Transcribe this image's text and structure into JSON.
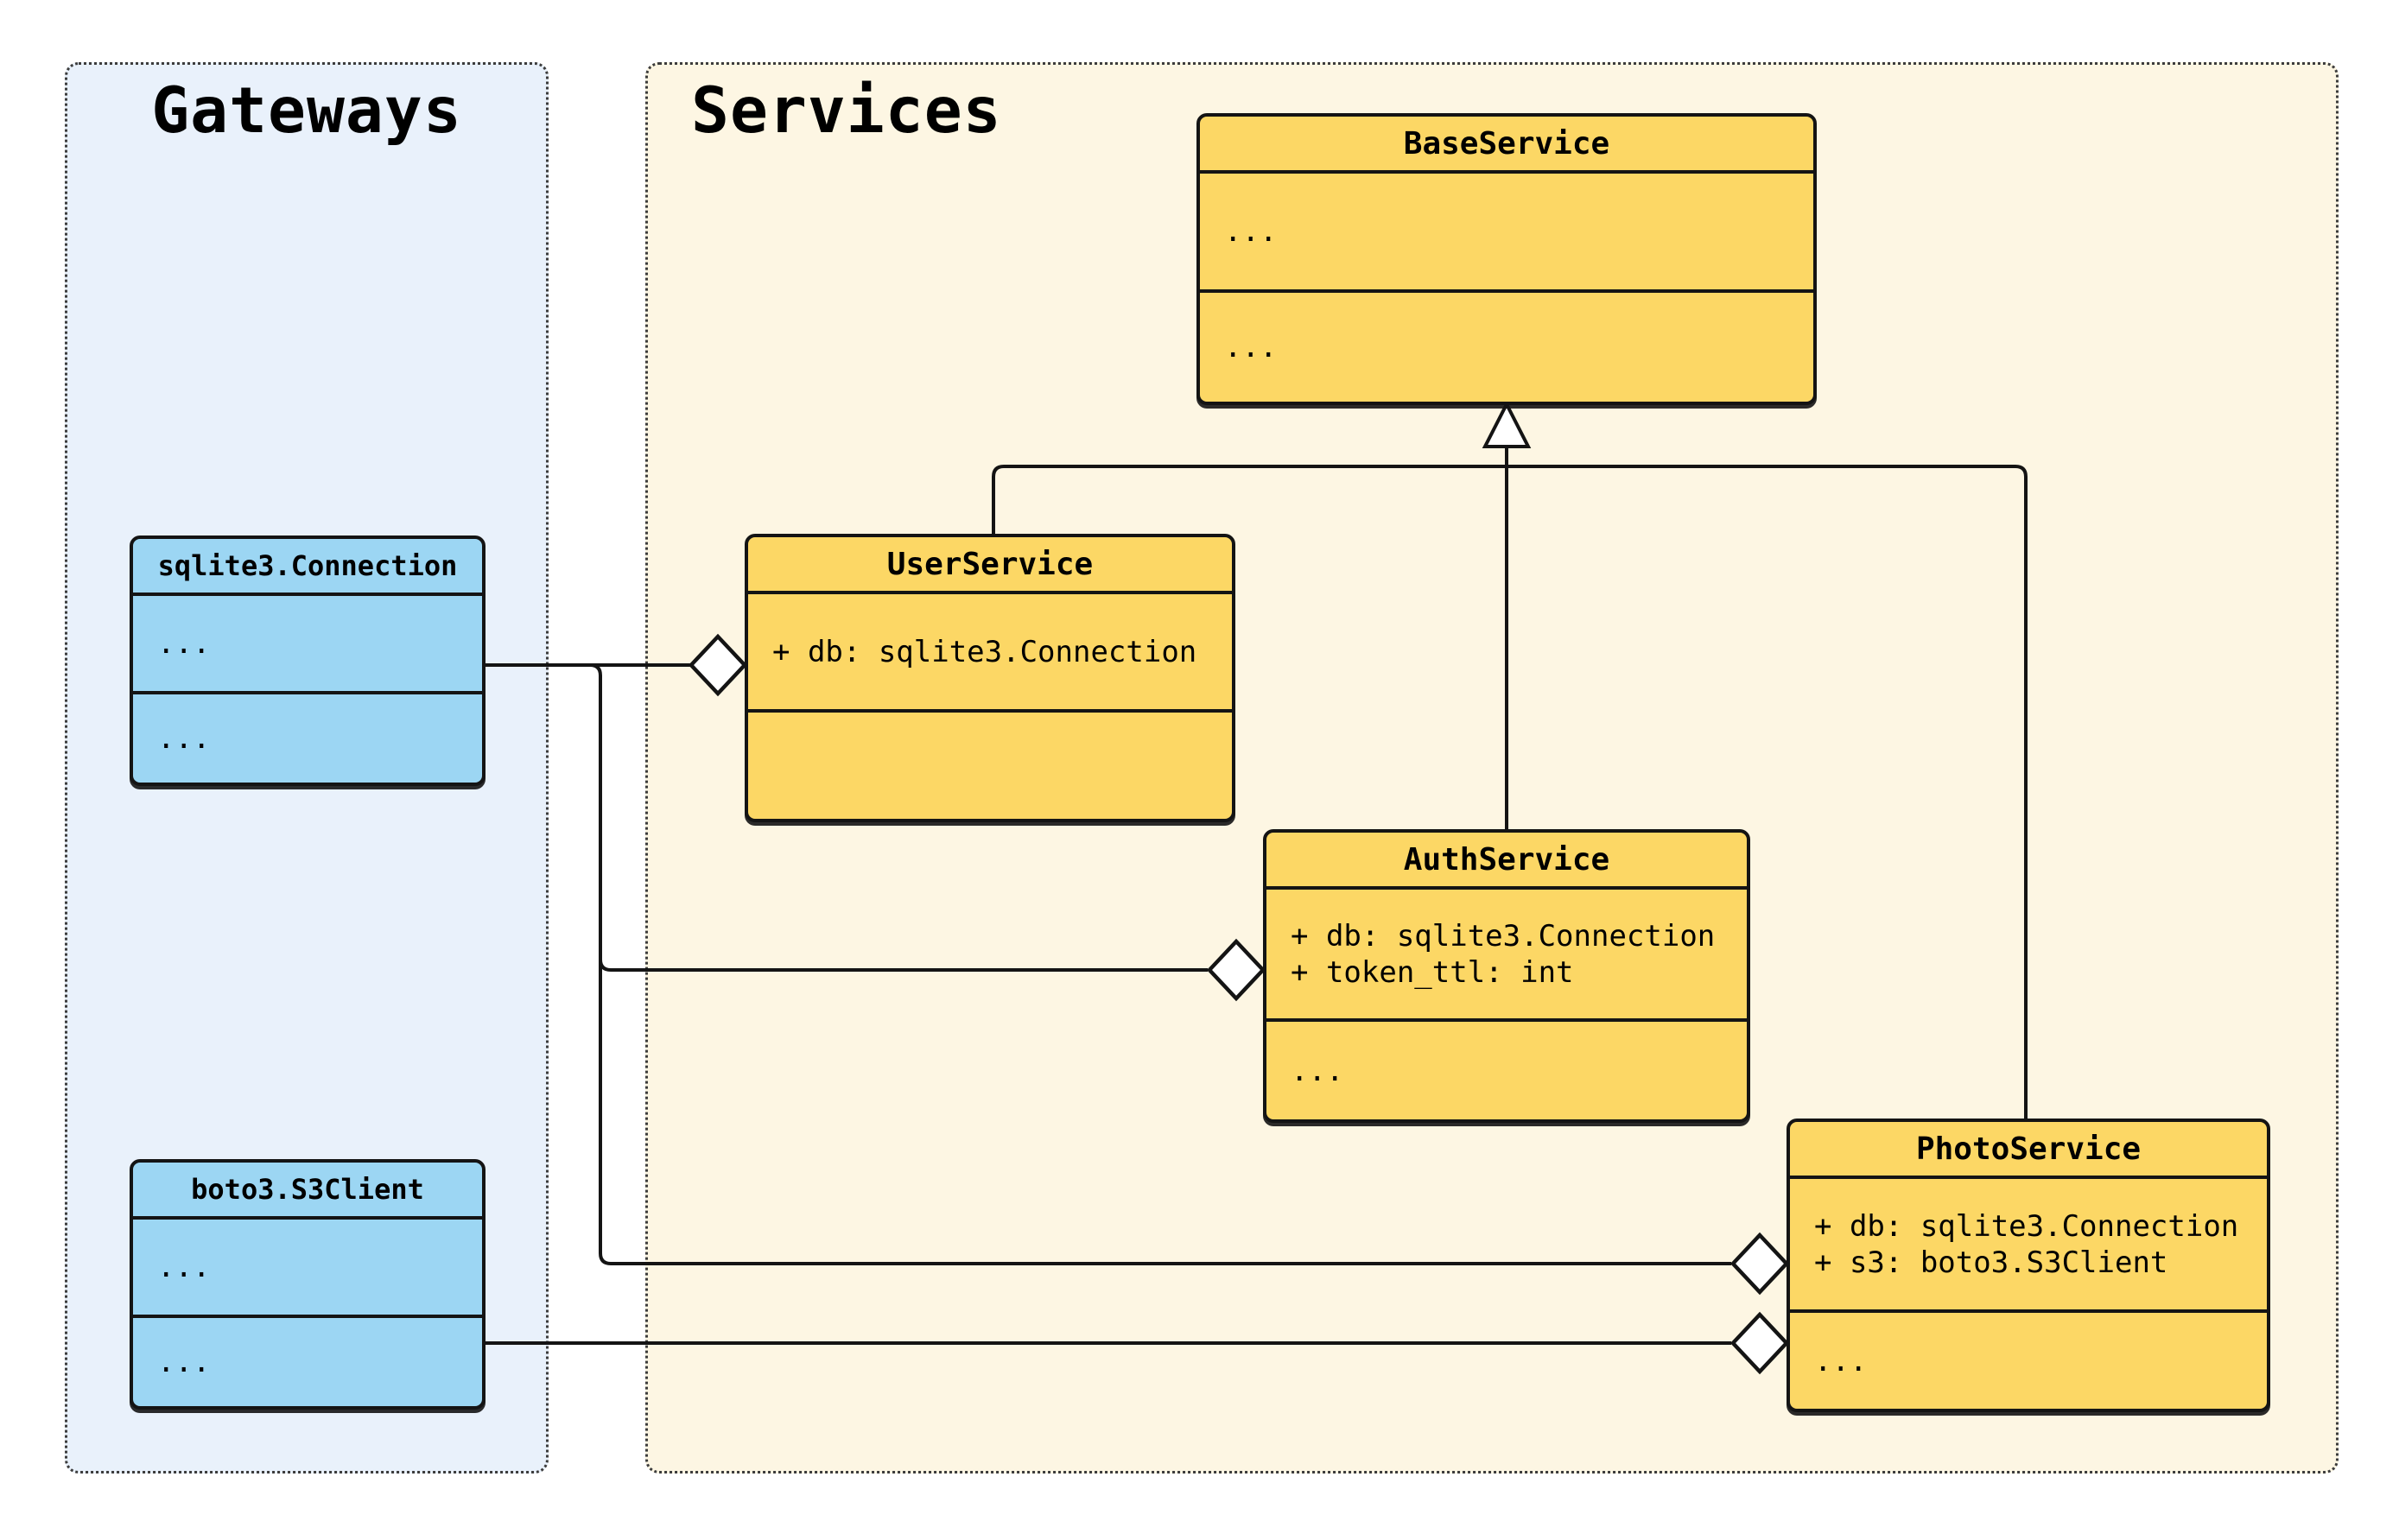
{
  "diagram_type": "uml-class-diagram",
  "groups": {
    "gateways": {
      "title": "Gateways"
    },
    "services": {
      "title": "Services"
    }
  },
  "classes": {
    "sqlite_connection": {
      "name": "sqlite3.Connection",
      "attributes": [
        "..."
      ],
      "methods": [
        "..."
      ]
    },
    "boto3_s3client": {
      "name": "boto3.S3Client",
      "attributes": [
        "..."
      ],
      "methods": [
        "..."
      ]
    },
    "base_service": {
      "name": "BaseService",
      "attributes": [
        "..."
      ],
      "methods": [
        "..."
      ]
    },
    "user_service": {
      "name": "UserService",
      "attributes": [
        "+ db: sqlite3.Connection"
      ],
      "methods": []
    },
    "auth_service": {
      "name": "AuthService",
      "attributes": [
        "+ db: sqlite3.Connection",
        "+ token_ttl: int"
      ],
      "methods": [
        "..."
      ]
    },
    "photo_service": {
      "name": "PhotoService",
      "attributes": [
        "+ db: sqlite3.Connection",
        "+ s3: boto3.S3Client"
      ],
      "methods": [
        "..."
      ]
    }
  },
  "relationships": [
    {
      "type": "inheritance",
      "child": "UserService",
      "parent": "BaseService"
    },
    {
      "type": "inheritance",
      "child": "AuthService",
      "parent": "BaseService"
    },
    {
      "type": "inheritance",
      "child": "PhotoService",
      "parent": "BaseService"
    },
    {
      "type": "aggregation",
      "part": "sqlite3.Connection",
      "whole": "UserService"
    },
    {
      "type": "aggregation",
      "part": "sqlite3.Connection",
      "whole": "AuthService"
    },
    {
      "type": "aggregation",
      "part": "sqlite3.Connection",
      "whole": "PhotoService"
    },
    {
      "type": "aggregation",
      "part": "boto3.S3Client",
      "whole": "PhotoService"
    }
  ],
  "colors": {
    "gateways_bg": "#e9f1fb",
    "services_bg": "#fdf6e3",
    "class_fill_yellow": "#fcd765",
    "class_fill_blue": "#9cd6f3",
    "line": "#141414",
    "container_border": "#3c3c3c",
    "page_bg": "#ffffff"
  }
}
